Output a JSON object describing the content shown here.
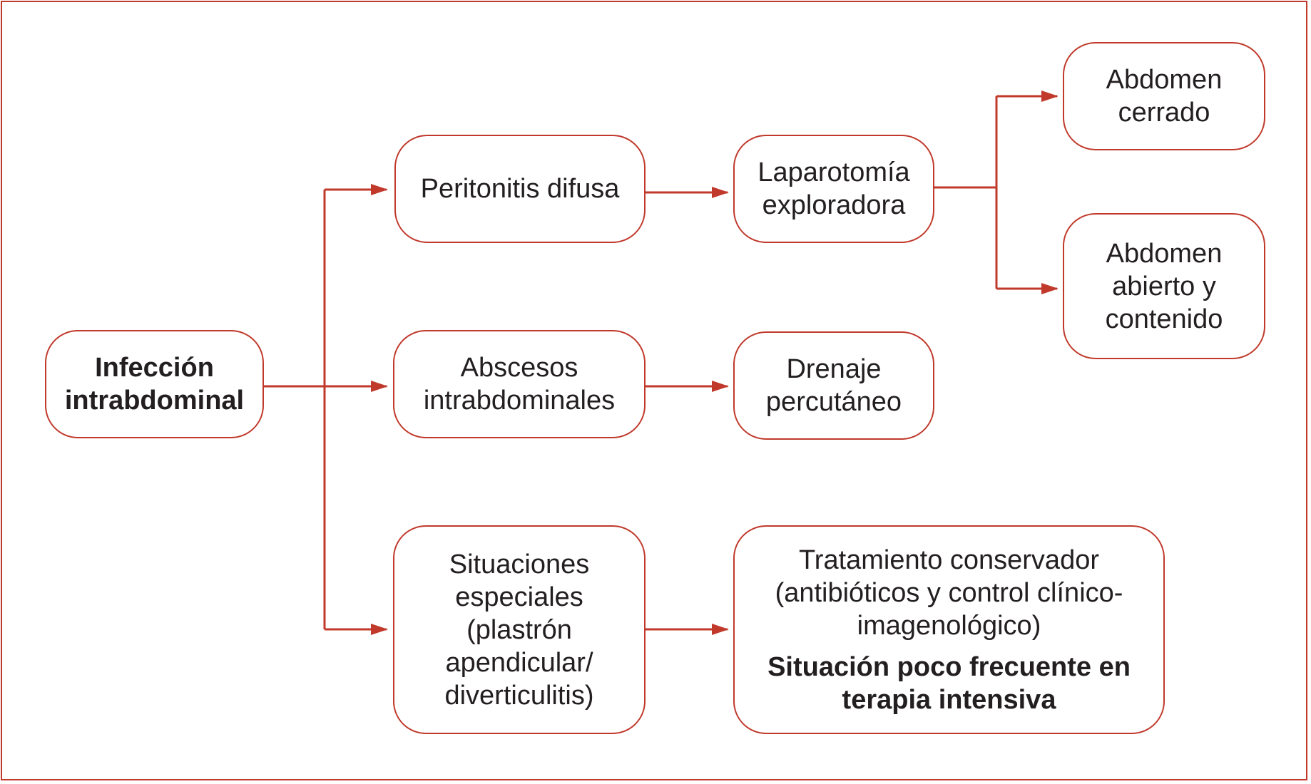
{
  "diagram": {
    "accent_color": "#c0392b",
    "text_color": "#231f20",
    "nodes": {
      "infeccion": {
        "lines": [
          "Infección",
          "intrabdominal"
        ]
      },
      "peritonitis": {
        "lines": [
          "Peritonitis difusa"
        ]
      },
      "abscesos": {
        "lines": [
          "Abscesos",
          "intrabdominales"
        ]
      },
      "situaciones": {
        "lines": [
          "Situaciones",
          "especiales",
          "(plastrón",
          "apendicular/",
          "diverticulitis)"
        ]
      },
      "laparotomia": {
        "lines": [
          "Laparotomía",
          "exploradora"
        ]
      },
      "drenaje": {
        "lines": [
          "Drenaje",
          "percutáneo"
        ]
      },
      "tratamiento": {
        "lines": [
          "Tratamiento conservador",
          "(antibióticos y control clínico-",
          "imagenológico)"
        ],
        "note_lines": [
          "Situación poco frecuente en",
          "terapia intensiva"
        ]
      },
      "cerrado": {
        "lines": [
          "Abdomen",
          "cerrado"
        ]
      },
      "abierto": {
        "lines": [
          "Abdomen",
          "abierto y",
          "contenido"
        ]
      }
    }
  }
}
